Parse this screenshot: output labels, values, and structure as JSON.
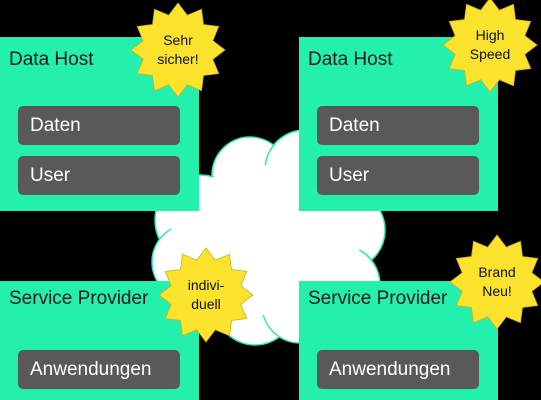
{
  "colors": {
    "background": "#000000",
    "card": "#22f0ac",
    "item": "#595959",
    "badge": "#fbe32d",
    "cloud": "#ffffff",
    "cloud_outline": "#22f0ac"
  },
  "cards": {
    "top_left": {
      "title": "Data Host",
      "items": [
        "Daten",
        "User"
      ]
    },
    "top_right": {
      "title": "Data Host",
      "items": [
        "Daten",
        "User"
      ]
    },
    "bottom_left": {
      "title": "Service Provider",
      "items": [
        "Anwendungen"
      ]
    },
    "bottom_right": {
      "title": "Service Provider",
      "items": [
        "Anwendungen"
      ]
    }
  },
  "badges": {
    "top_left": [
      "Sehr",
      "sicher!"
    ],
    "top_right": [
      "High",
      "Speed"
    ],
    "bottom_left": [
      "indivi-",
      "duell"
    ],
    "bottom_right": [
      "Brand",
      "Neu!"
    ]
  }
}
